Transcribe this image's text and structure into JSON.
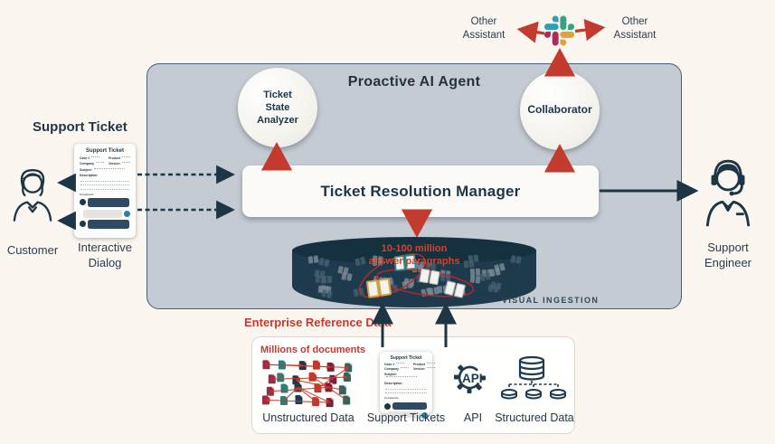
{
  "colors": {
    "background": "#FBF6F0",
    "agent_box_fill": "#C5CBD2",
    "agent_box_border": "#46607A",
    "navy_text": "#1C3646",
    "accent_red": "#C23B2E",
    "cylinder_fill": "#1E3B4D",
    "cylinder_text_red": "#D5432D",
    "slack_blue": "#2F9FB7",
    "slack_green": "#35A37F",
    "slack_red": "#AE2C55",
    "slack_yellow": "#E0A23C"
  },
  "top": {
    "assistant_left": "Other Assistant",
    "assistant_right": "Other Assistant"
  },
  "agent": {
    "title": "Proactive AI Agent",
    "state_analyzer": "Ticket\nState\nAnalyzer",
    "collaborator": "Collaborator",
    "manager": "Ticket Resolution Manager",
    "cylinder_text": "10-100 million\nanswer paragraphs",
    "ingestion": "VISUAL INGESTION"
  },
  "left": {
    "heading": "Support Ticket",
    "customer": "Customer",
    "dialog": "Interactive Dialog",
    "card": {
      "title": "Support Ticket",
      "case": "Case #",
      "product": "Product",
      "company": "Company",
      "version": "Version",
      "subject": "Subject:",
      "description": "Description:",
      "comments": "Comments"
    }
  },
  "right": {
    "engineer": "Support Engineer"
  },
  "bottom": {
    "heading": "Enterprise Reference Data",
    "millions": "Millions of documents",
    "card_title": "Support Ticket",
    "labels": {
      "unstructured": "Unstructured Data",
      "tickets": "Support Tickets",
      "api": "API",
      "structured": "Structured Data"
    },
    "api_gear_text": "API"
  }
}
